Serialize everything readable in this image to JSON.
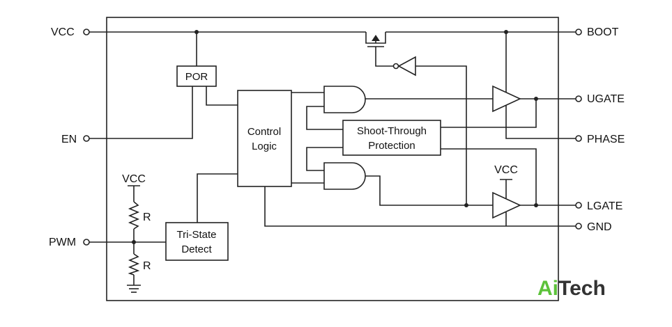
{
  "pins": {
    "vcc": "VCC",
    "en": "EN",
    "pwm": "PWM",
    "boot": "BOOT",
    "ugate": "UGATE",
    "phase": "PHASE",
    "lgate": "LGATE",
    "gnd": "GND"
  },
  "blocks": {
    "por": "POR",
    "control_logic": [
      "Control",
      "Logic"
    ],
    "shoot_through": [
      "Shoot-Through",
      "Protection"
    ],
    "tri_state": [
      "Tri-State",
      "Detect"
    ]
  },
  "labels": {
    "vcc_divider": "VCC",
    "vcc_lower_driver": "VCC",
    "resistor_top": "R",
    "resistor_bottom": "R"
  },
  "logo": {
    "ai": "Ai",
    "tech": "Tech"
  },
  "colors": {
    "logo_green": "#5cc23a",
    "logo_dark": "#333333",
    "wire": "#222222"
  }
}
